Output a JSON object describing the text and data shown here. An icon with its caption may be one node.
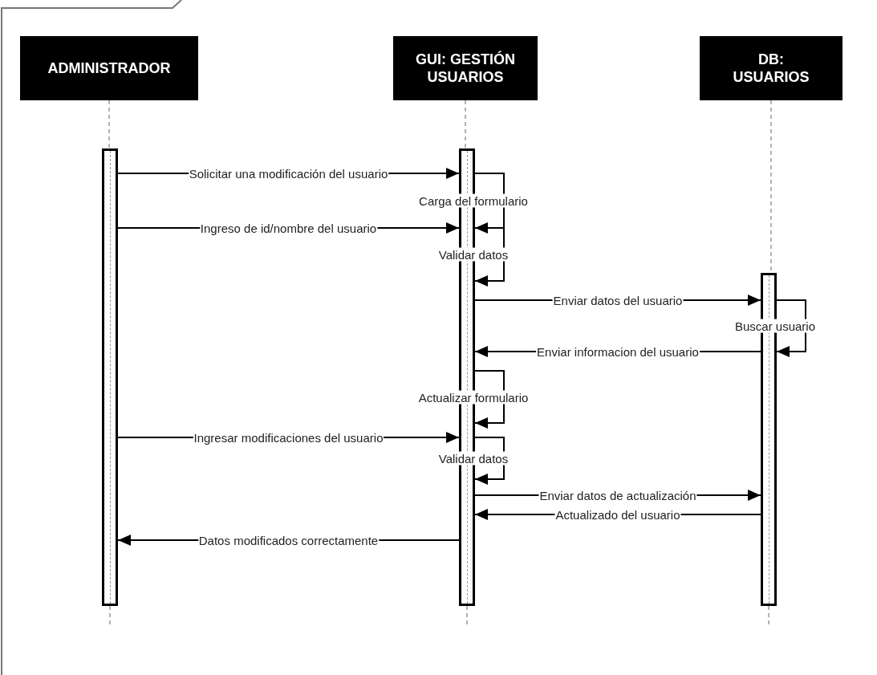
{
  "diagram": {
    "nodes": [
      {
        "text": [
          "ADMINISTRADOR"
        ]
      },
      {
        "text": [
          "GUI: GESTIÓN USUARIOS"
        ]
      },
      {
        "text": [
          "DB: USUARIOS"
        ]
      },
      {
        "text": [],
        "shape": "bar"
      },
      {
        "text": [],
        "shape": "bar"
      },
      {
        "text": [],
        "shape": "bar"
      }
    ],
    "edges": [
      {
        "from": 0,
        "to": 3,
        "arrow": "none",
        "style": "dashed",
        "color": "#999999"
      },
      {
        "from": 1,
        "to": 4,
        "arrow": "none",
        "style": "dashed",
        "color": "#999999"
      },
      {
        "from": 2,
        "to": 5,
        "arrow": "none",
        "style": "dashed",
        "color": "#999999"
      },
      {
        "from": 3,
        "to": 4,
        "arrow": "to",
        "label": "Solicitar una modificación del usuario"
      },
      {
        "from": 4,
        "to": 4,
        "arrow": "to",
        "label": "Carga del formulario"
      },
      {
        "from": 3,
        "to": 4,
        "arrow": "to",
        "label": "Ingreso de id/nombre del usuario"
      },
      {
        "from": 4,
        "to": 4,
        "arrow": "to",
        "label": "Validar datos"
      },
      {
        "from": 4,
        "to": 5,
        "arrow": "to",
        "label": "Enviar datos del usuario"
      },
      {
        "from": 5,
        "to": 5,
        "arrow": "to",
        "label": "Buscar usuario"
      },
      {
        "from": 5,
        "to": 4,
        "arrow": "to",
        "label": "Enviar informacion del usuario"
      },
      {
        "from": 4,
        "to": 4,
        "arrow": "to",
        "label": "Actualizar formulario"
      },
      {
        "from": 3,
        "to": 4,
        "arrow": "to",
        "label": "Ingresar modificaciones del usuario"
      },
      {
        "from": 4,
        "to": 4,
        "arrow": "to",
        "label": "Validar datos"
      },
      {
        "from": 4,
        "to": 5,
        "arrow": "to",
        "label": "Enviar datos de actualización"
      },
      {
        "from": 5,
        "to": 4,
        "arrow": "to",
        "label": "Actualizado del usuario"
      },
      {
        "from": 4,
        "to": 3,
        "arrow": "to",
        "label": "Datos modificados correctamente"
      }
    ]
  }
}
